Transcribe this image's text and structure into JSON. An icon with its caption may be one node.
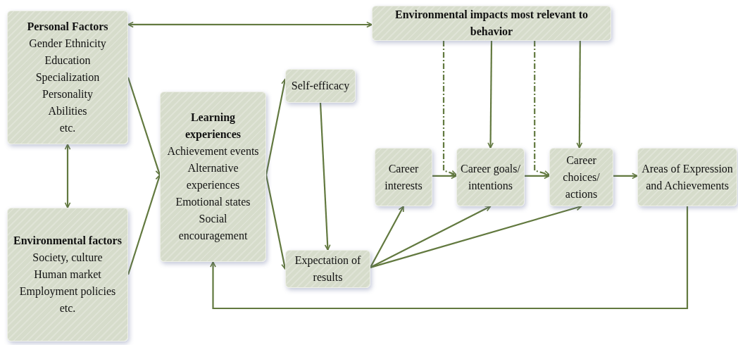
{
  "diagram": {
    "nodes": [
      {
        "text": [
          "Personal Factors",
          "Gender Ethnicity",
          "Education",
          "Specialization",
          "Personality",
          "Abilities",
          "etc."
        ]
      },
      {
        "text": [
          "Environmental factors",
          "Society, culture",
          "Human market",
          "Employment policies",
          "etc."
        ]
      },
      {
        "text": [
          "Learning experiences",
          "Achievement events",
          "Alternative experiences",
          "Emotional states",
          "Social encouragement"
        ]
      },
      {
        "text": [
          "Self-efficacy"
        ]
      },
      {
        "text": [
          "Expectation of results"
        ]
      },
      {
        "text": [
          "Environmental impacts most relevant to behavior"
        ]
      },
      {
        "text": [
          "Career interests"
        ]
      },
      {
        "text": [
          "Career goals/ intentions"
        ]
      },
      {
        "text": [
          "Career choices/ actions"
        ]
      },
      {
        "text": [
          "Areas of Expression and Achievements"
        ]
      }
    ],
    "edges": [
      {
        "from": 0,
        "to": 5,
        "arrow": "both"
      },
      {
        "from": 1,
        "to": 0,
        "arrow": "both"
      },
      {
        "from": 0,
        "to": 2,
        "arrow": "to"
      },
      {
        "from": 1,
        "to": 2,
        "arrow": "to"
      },
      {
        "from": 2,
        "to": 3,
        "arrow": "to"
      },
      {
        "from": 2,
        "to": 4,
        "arrow": "to"
      },
      {
        "from": 3,
        "to": 4,
        "arrow": "to"
      },
      {
        "from": 4,
        "to": 6,
        "arrow": "to"
      },
      {
        "from": 4,
        "to": 7,
        "arrow": "to"
      },
      {
        "from": 4,
        "to": 8,
        "arrow": "to"
      },
      {
        "from": 6,
        "to": 7,
        "arrow": "to"
      },
      {
        "from": 7,
        "to": 8,
        "arrow": "to"
      },
      {
        "from": 8,
        "to": 9,
        "arrow": "to"
      },
      {
        "from": 5,
        "to": 7,
        "arrow": "to"
      },
      {
        "from": 5,
        "to": 8,
        "arrow": "to"
      },
      {
        "from": 5,
        "to": 7,
        "arrow": "to",
        "style": "dashed"
      },
      {
        "from": 5,
        "to": 8,
        "arrow": "to",
        "style": "dashed"
      },
      {
        "from": 9,
        "to": 2,
        "arrow": "to"
      }
    ]
  }
}
